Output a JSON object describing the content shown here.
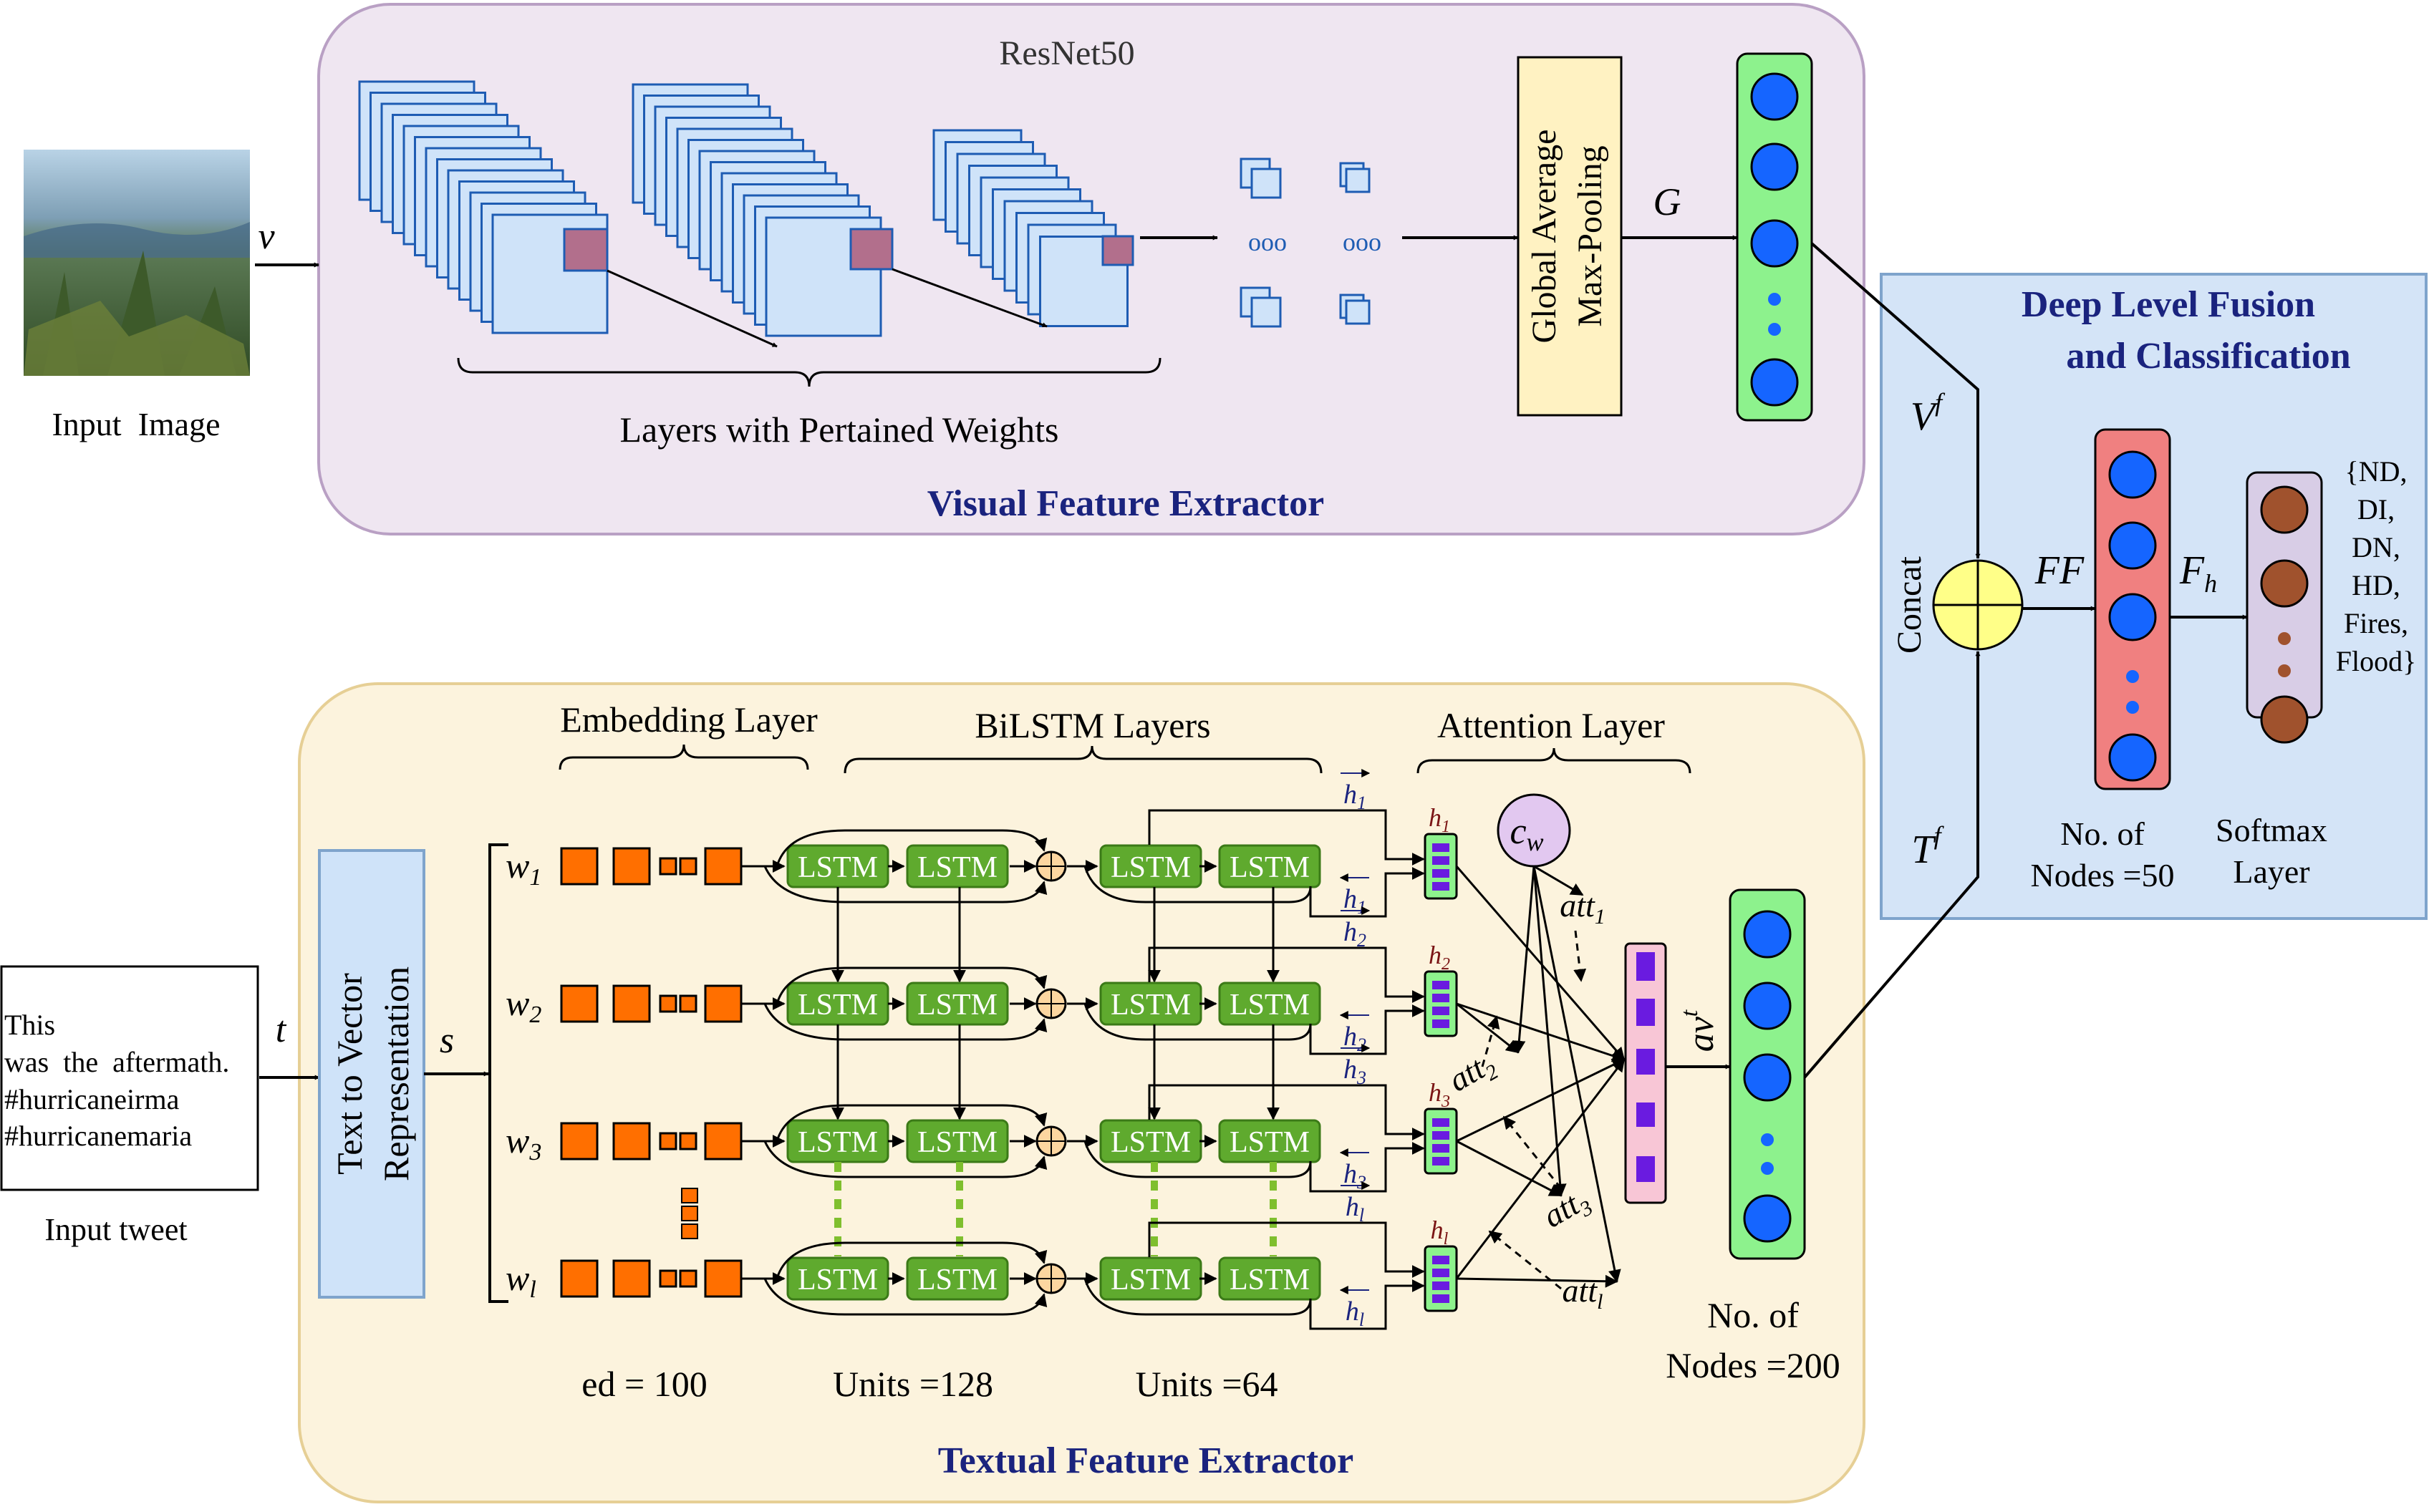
{
  "input_image": {
    "caption": "Input  Image"
  },
  "input_tweet": {
    "lines": [
      "This",
      "was  the  aftermath.",
      "#hurricaneirma",
      "#hurricanemaria"
    ],
    "caption": "Input tweet"
  },
  "visual": {
    "panel_title": "Visual Feature Extractor",
    "resnet_label": "ResNet50",
    "layers_label": "Layers with Pertained Weights",
    "pooling_line1": "Global Average",
    "pooling_line2": "Max-Pooling",
    "input_var": "v",
    "output_var": "G",
    "dots": "ooo"
  },
  "textual": {
    "panel_title": "Textual Feature Extractor",
    "embedding_label": "Embedding Layer",
    "bilstm_label": "BiLSTM Layers",
    "attention_label": "Attention Layer",
    "t2v_line1": "Text to Vector",
    "t2v_line2": "Representation",
    "input_var": "t",
    "s_var": "s",
    "lstm_label": "LSTM",
    "words": [
      "w",
      "w",
      "w",
      "w"
    ],
    "word_subs": [
      "1",
      "2",
      "3",
      "l"
    ],
    "h_subs": [
      "1",
      "2",
      "3",
      "l"
    ],
    "att_subs": [
      "1",
      "2",
      "3",
      "l"
    ],
    "h_base": "h",
    "att_base": "att",
    "cw_base": "c",
    "cw_sub": "w",
    "av_base": "av",
    "av_sup": "t",
    "ed_label": "ed = 100",
    "units1_label": "Units =128",
    "units2_label": "Units =64",
    "nodes_line1": "No. of",
    "nodes_line2": "Nodes =200"
  },
  "fusion": {
    "title_line1": "Deep Level Fusion",
    "title_line2": "and Classification",
    "vf_base": "V",
    "tf_base": "T",
    "f_sup": "f",
    "concat_label": "Concat",
    "ff_label": "FF",
    "fh_base": "F",
    "fh_sub": "h",
    "nodes_line1": "No. of",
    "nodes_line2": "Nodes =50",
    "softmax_line1": "Softmax",
    "softmax_line2": "Layer",
    "classes": [
      "{ND,",
      "DI,",
      "DN,",
      "HD,",
      "Fires,",
      "Flood}"
    ]
  },
  "colors": {
    "visual_panel": "#efe6f1",
    "visual_border": "#b9a0c4",
    "textual_panel": "#fcf3dd",
    "textual_border": "#e6cf95",
    "fusion_panel": "#d4e4f7",
    "fusion_border": "#7fa4cc",
    "title_blue": "#1a237e",
    "lstm_green": "#5faa2e",
    "embed_orange": "#ff6f00",
    "node_blue": "#1565ff",
    "node_brown": "#a0522d",
    "purple": "#6a1be0",
    "feature_green": "#8df28d",
    "pink": "#f08080"
  }
}
